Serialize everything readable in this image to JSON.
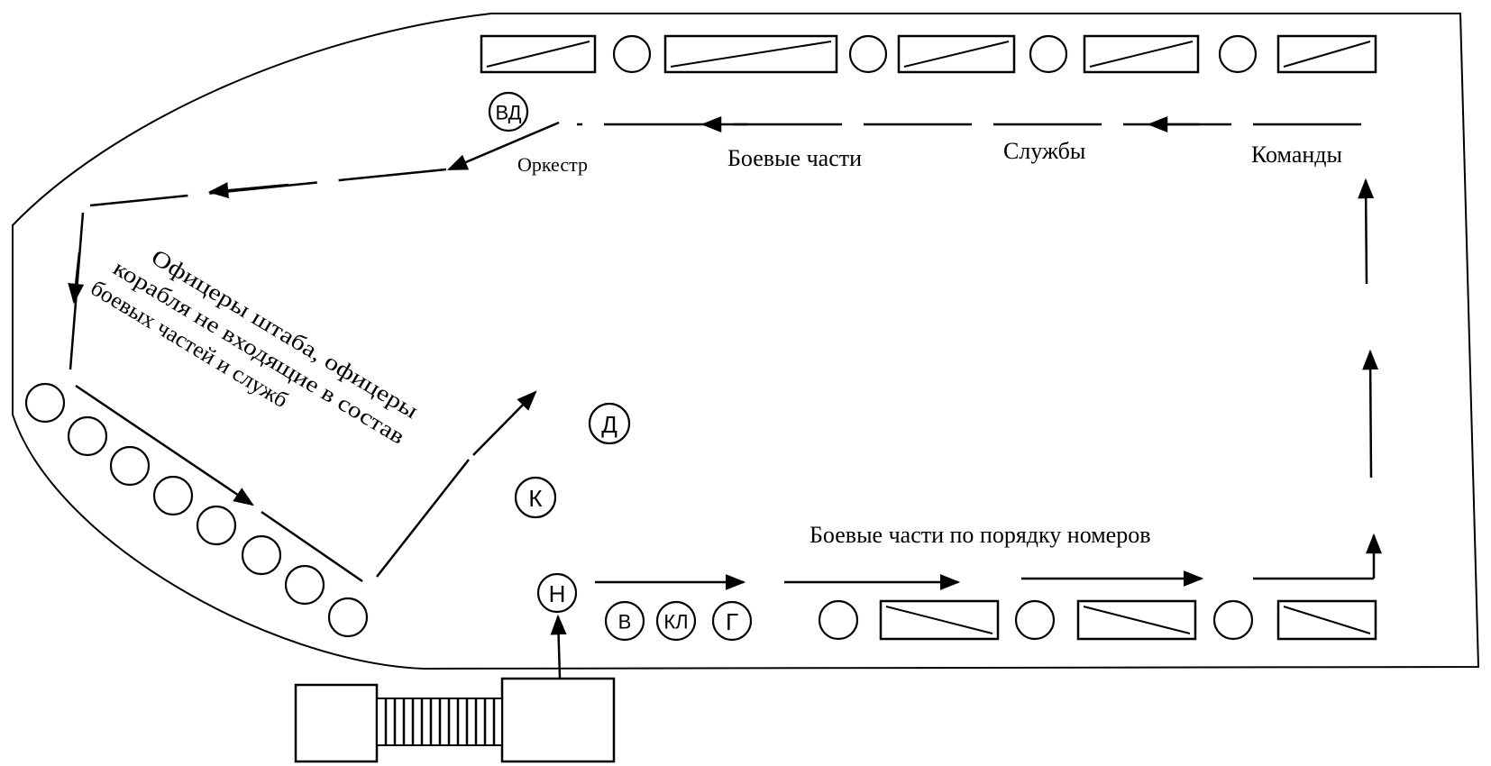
{
  "labels": {
    "orchestra": "Оркестр",
    "combat_units_top": "Боевые части",
    "services": "Службы",
    "teams": "Команды",
    "combat_units_bottom": "Боевые части по порядку номеров"
  },
  "officers_note": {
    "line1": "Офицеры штаба, офицеры",
    "line2": "корабля не входящие в состав",
    "line3": "боевых частей и служб"
  },
  "markers": {
    "vd": "ВД",
    "d": "Д",
    "k": "К",
    "n": "Н",
    "v": "В",
    "kl": "КЛ",
    "g": "Г"
  }
}
